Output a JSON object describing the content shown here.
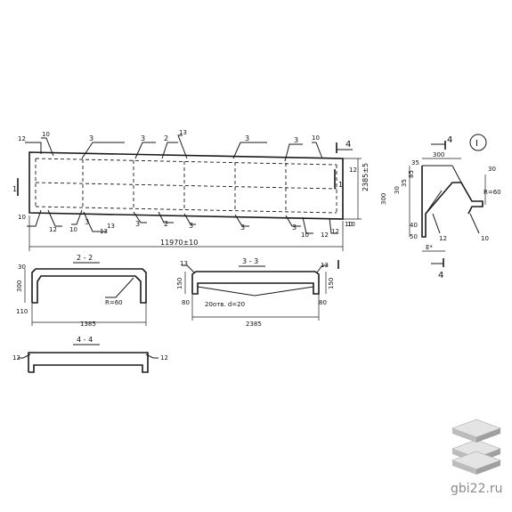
{
  "main_view": {
    "overall_length": "11970±10",
    "overall_width": "2385±5",
    "callouts": [
      "12",
      "10",
      "3",
      "3",
      "2",
      "13",
      "3",
      "3",
      "10",
      "4",
      "12",
      "1",
      "1",
      "12",
      "3",
      "3",
      "2",
      "3",
      "13",
      "3",
      "3",
      "10",
      "12",
      "10",
      "10",
      "12",
      "13"
    ],
    "dims": [
      "10",
      "10"
    ]
  },
  "section_2_2": {
    "title": "2 - 2",
    "height": "300",
    "top_dim": "30",
    "bottom_dim": "110",
    "radius": "R=60",
    "width": "1385"
  },
  "section_3_3": {
    "title": "3 - 3",
    "height_left": "150",
    "height_right": "150",
    "callout_left": "13",
    "callout_right": "13",
    "holes": "20отв. d=20",
    "left_dim": "80",
    "right_dim": "80",
    "width": "2385"
  },
  "section_4_4": {
    "title": "4 - 4",
    "callout_left": "12",
    "callout_right": "12"
  },
  "detail_1": {
    "marker": "I",
    "section_mark": "4",
    "top_width": "300",
    "dim_30": "30",
    "dim_35": "35",
    "dim_r60": "R=60",
    "vertical_dims": [
      "30",
      "35",
      "85"
    ],
    "height": "300",
    "dim_50": "50",
    "dim_40": "40",
    "callout_12": "12",
    "callout_10": "10",
    "label_e": "E*"
  },
  "watermark": {
    "site": "gbi22.ru"
  }
}
